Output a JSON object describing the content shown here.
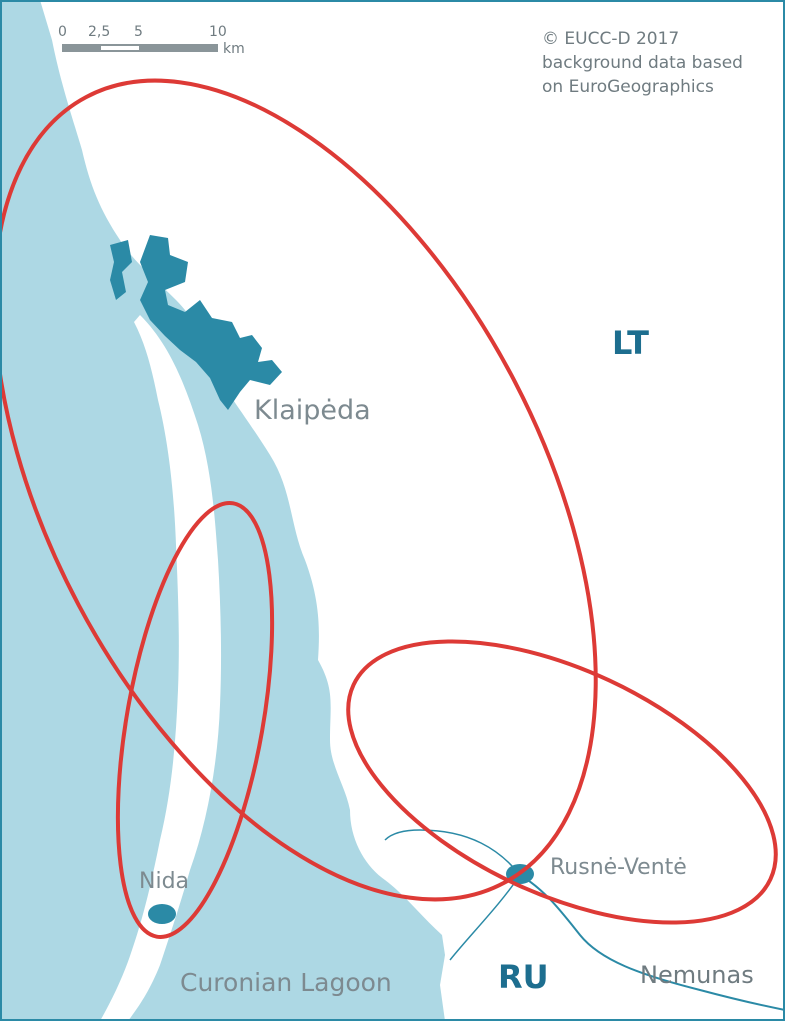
{
  "map": {
    "colors": {
      "water": "#add8e4",
      "land": "#ffffff",
      "urban": "#2b8aa6",
      "river": "#2b8aa6",
      "ring": "#dd3a36",
      "label": "#7d8a90",
      "country_label": "#1d6e8f",
      "frame": "#2b8aa6"
    },
    "credit": {
      "line1": "© EUCC-D 2017",
      "line2": "background data based",
      "line3": "on EuroGeographics"
    },
    "scale_bar": {
      "ticks": [
        "0",
        "2,5",
        "5",
        "10"
      ],
      "unit": "km"
    },
    "places": {
      "klaipeda": "Klaipėda",
      "nida": "Nida",
      "rusne_vente": "Rusnė-Ventė",
      "lagoon": "Curonian Lagoon",
      "river": "Nemunas"
    },
    "countries": {
      "lithuania": "LT",
      "russia": "RU"
    },
    "rings": [
      {
        "name": "Klaipėda – Rusnė-Ventė"
      },
      {
        "name": "Nida"
      },
      {
        "name": "Rusnė-Ventė"
      }
    ]
  }
}
